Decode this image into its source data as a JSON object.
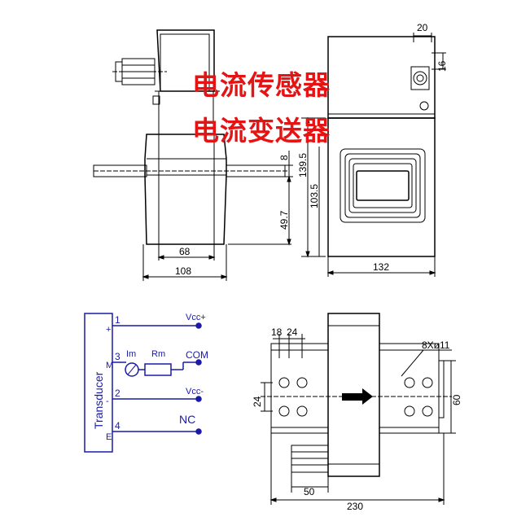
{
  "overlay": {
    "title_line1": "电流传感器",
    "title_line2": "电流变送器"
  },
  "dimensions": {
    "side_inner_width": "68",
    "side_outer_width": "108",
    "front_width": "132",
    "front_height_total": "139.5",
    "front_height_lower": "103.5",
    "side_offset_small": "8",
    "side_bus_height": "49.7",
    "terminal_width": "20",
    "terminal_height": "16",
    "bottom_hole_spacing_1": "18",
    "bottom_hole_spacing_2": "24",
    "bottom_vertical": "24",
    "bottom_height": "60",
    "bottom_hole_spec": "8Xø11",
    "bottom_connector": "50",
    "bottom_total_length": "230"
  },
  "schematic": {
    "device_label": "Transducer",
    "pin_plus": "+",
    "pin_m": "M",
    "pin_minus": "-",
    "pin_e": "E",
    "pin1": "1",
    "pin2": "2",
    "pin3": "3",
    "pin4": "4",
    "meter_label": "Im",
    "resistor_label": "Rm",
    "vcc_plus": "Vcc+",
    "com": "COM",
    "vcc_minus": "Vcc-",
    "nc": "NC"
  }
}
